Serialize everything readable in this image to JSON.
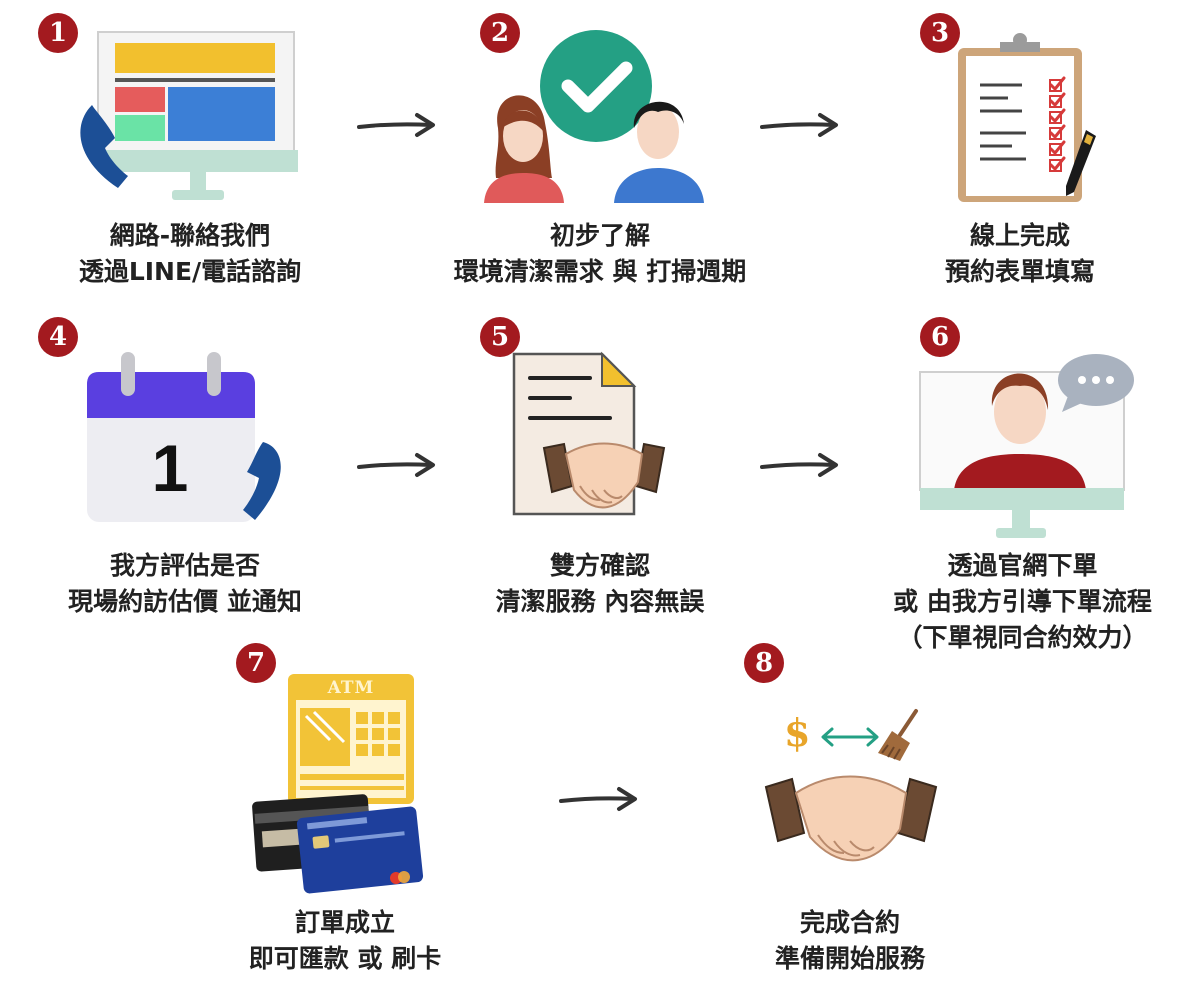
{
  "steps": [
    {
      "number": "1",
      "lines": [
        "網路-聯絡我們",
        "透過LINE/電話諮詢"
      ],
      "icons": [
        "monitor-icon",
        "phone-icon"
      ]
    },
    {
      "number": "2",
      "lines": [
        "初步了解",
        "環境清潔需求 與 打掃週期"
      ],
      "icons": [
        "checkmark-icon",
        "woman-avatar-icon",
        "man-avatar-icon"
      ]
    },
    {
      "number": "3",
      "lines": [
        "線上完成",
        "預約表單填寫"
      ],
      "icons": [
        "clipboard-checklist-icon",
        "pen-icon"
      ]
    },
    {
      "number": "4",
      "lines": [
        "我方評估是否",
        "現場約訪估價 並通知"
      ],
      "icons": [
        "calendar-icon",
        "phone-icon"
      ]
    },
    {
      "number": "5",
      "lines": [
        "雙方確認",
        "清潔服務 內容無誤"
      ],
      "icons": [
        "document-icon",
        "handshake-icon"
      ]
    },
    {
      "number": "6",
      "lines": [
        "透過官網下單",
        "或 由我方引導下單流程",
        "（下單視同合約效力）"
      ],
      "icons": [
        "monitor-icon",
        "person-icon",
        "chat-bubble-icon"
      ]
    },
    {
      "number": "7",
      "lines": [
        "訂單成立",
        "即可匯款 或 刷卡"
      ],
      "icons": [
        "atm-icon",
        "credit-card-icon"
      ]
    },
    {
      "number": "8",
      "lines": [
        "完成合約",
        "準備開始服務"
      ],
      "icons": [
        "handshake-icon",
        "dollar-icon",
        "exchange-arrows-icon",
        "broom-icon"
      ]
    }
  ],
  "illustration_text": {
    "calendar_day": "1",
    "atm_label": "ATM",
    "dollar_sign": "$"
  },
  "colors": {
    "badge": "#a31a1f",
    "phone": "#1c4f96",
    "calendar_header": "#5a3fe0",
    "check_circle": "#24a084",
    "atm": "#f2c337",
    "card_blue": "#1e3f9c"
  }
}
